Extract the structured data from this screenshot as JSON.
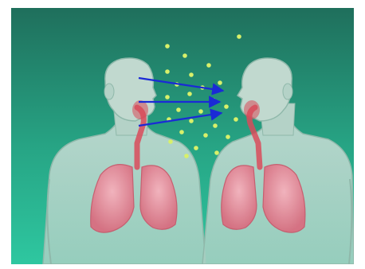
{
  "scene": {
    "background_top": "#1f6f5c",
    "background_bottom": "#2ec7a0",
    "body_color": "#b9d6cc",
    "lung_color": "#e88a9a",
    "airway_color": "#d94b5a",
    "droplet_color": "#d8f06a",
    "arrow_color": "#1a2ad6"
  },
  "figures": [
    {
      "name": "left-person",
      "facing": "right"
    },
    {
      "name": "right-person",
      "facing": "left"
    }
  ],
  "arrows_count_label": "",
  "droplets": [
    {
      "name": "droplet"
    },
    {
      "name": "droplet"
    },
    {
      "name": "droplet"
    },
    {
      "name": "droplet"
    },
    {
      "name": "droplet"
    },
    {
      "name": "droplet"
    },
    {
      "name": "droplet"
    },
    {
      "name": "droplet"
    },
    {
      "name": "droplet"
    },
    {
      "name": "droplet"
    },
    {
      "name": "droplet"
    },
    {
      "name": "droplet"
    },
    {
      "name": "droplet"
    },
    {
      "name": "droplet"
    },
    {
      "name": "droplet"
    },
    {
      "name": "droplet"
    },
    {
      "name": "droplet"
    },
    {
      "name": "droplet"
    },
    {
      "name": "droplet"
    },
    {
      "name": "droplet"
    },
    {
      "name": "droplet"
    },
    {
      "name": "droplet"
    },
    {
      "name": "droplet"
    },
    {
      "name": "droplet"
    },
    {
      "name": "droplet"
    },
    {
      "name": "droplet"
    }
  ]
}
